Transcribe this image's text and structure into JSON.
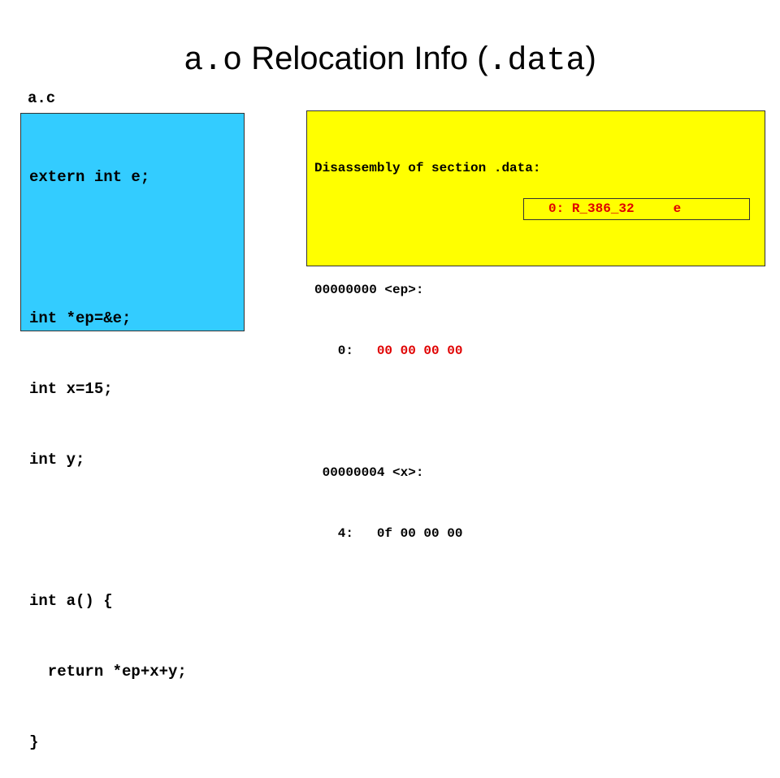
{
  "title": {
    "part1": "a.o",
    "part2": " Relocation Info (",
    "part3": ".data",
    "part4": ")"
  },
  "source": {
    "filename": "a.c",
    "lines": [
      "extern int e;",
      "",
      "int *ep=&e;",
      "int x=15;",
      "int y;",
      "",
      "int a() {",
      "  return *ep+x+y;",
      "}"
    ]
  },
  "disassembly": {
    "header": "Disassembly of section .data:",
    "sym1_addr": "00000000",
    "sym1_name": "<ep>:",
    "line1_offset": "   0:   ",
    "line1_bytes": "00 00 00 00",
    "sym2_addr": " 00000004",
    "sym2_name": "<x>:",
    "line2_offset": "   4:   ",
    "line2_bytes": "0f 00 00 00"
  },
  "relocation": {
    "offset": "0:",
    "type": "R_386_32",
    "symbol": "e"
  },
  "colors": {
    "source_bg": "#33ccff",
    "disasm_bg": "#ffff00",
    "highlight": "#e00000"
  }
}
